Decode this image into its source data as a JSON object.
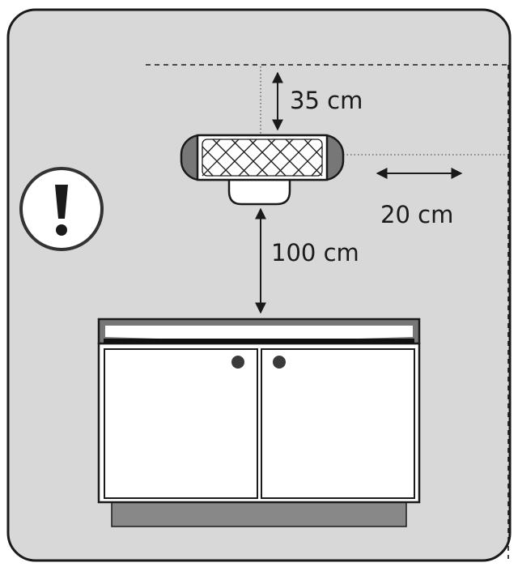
{
  "labels": {
    "ceiling_clearance": "35 cm",
    "side_clearance": "20 cm",
    "object_clearance": "100 cm"
  },
  "icons": {
    "warning": "exclamation-circle-icon",
    "heater": "heater-icon",
    "cabinet": "cabinet-icon"
  },
  "colors": {
    "background": "#d8d8d8",
    "outline": "#1a1a1a",
    "heater_end": "#777777",
    "cabinet_base": "#888888",
    "white": "#ffffff"
  }
}
